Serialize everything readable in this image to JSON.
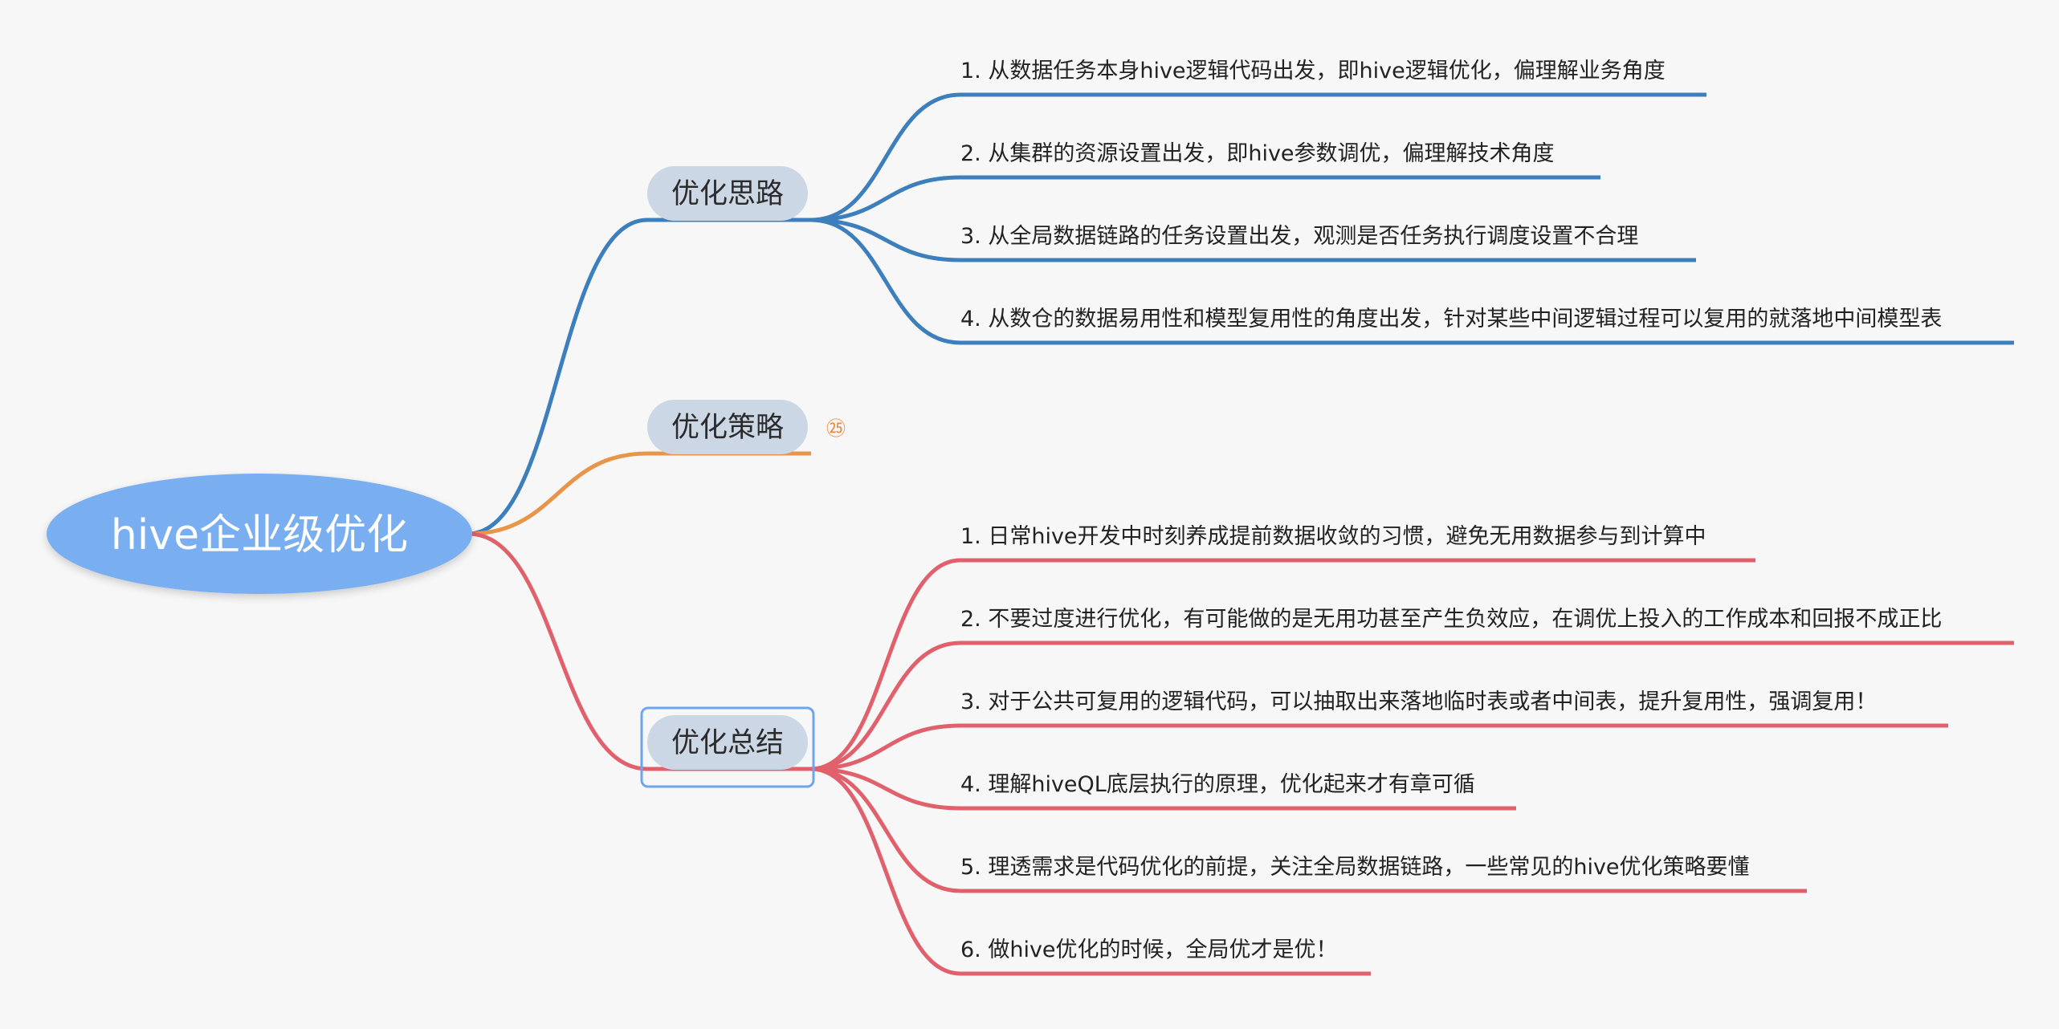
{
  "root": {
    "label": "hive企业级优化",
    "color": "#79aef0"
  },
  "branches": [
    {
      "id": "siLu",
      "label": "优化思路",
      "color": "#3c7fbc",
      "children": [
        "1. 从数据任务本身hive逻辑代码出发，即hive逻辑优化，偏理解业务角度",
        "2. 从集群的资源设置出发，即hive参数调优，偏理解技术角度",
        "3. 从全局数据链路的任务设置出发，观测是否任务执行调度设置不合理",
        "4. 从数仓的数据易用性和模型复用性的角度出发，针对某些中间逻辑过程可以复用的就落地中间模型表"
      ]
    },
    {
      "id": "ceLue",
      "label": "优化策略",
      "color": "#e8954a",
      "badge": "㉕",
      "collapsed": true,
      "children": []
    },
    {
      "id": "zongJie",
      "label": "优化总结",
      "color": "#e0606c",
      "selected": true,
      "children": [
        "1. 日常hive开发中时刻养成提前数据收敛的习惯，避免无用数据参与到计算中",
        "2. 不要过度进行优化，有可能做的是无用功甚至产生负效应，在调优上投入的工作成本和回报不成正比",
        "3. 对于公共可复用的逻辑代码，可以抽取出来落地临时表或者中间表，提升复用性，强调复用！",
        "4. 理解hiveQL底层执行的原理，优化起来才有章可循",
        "5. 理透需求是代码优化的前提，关注全局数据链路，一些常见的hive优化策略要懂",
        "6. 做hive优化的时候，全局优才是优！"
      ]
    }
  ]
}
